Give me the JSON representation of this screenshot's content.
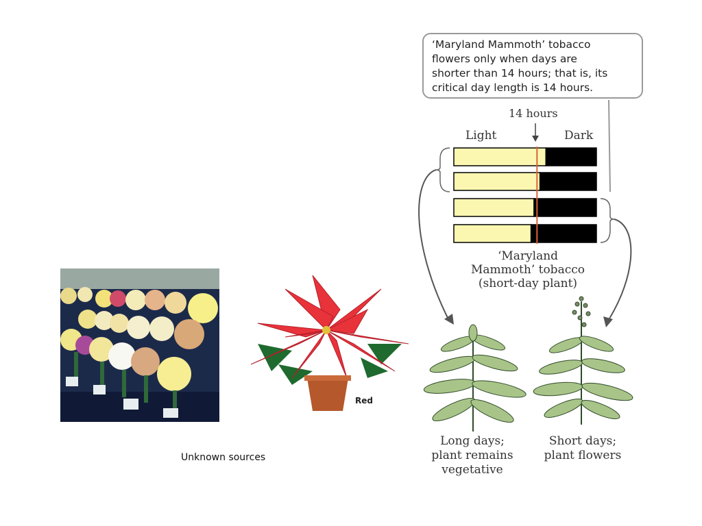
{
  "caption": "Unknown sources",
  "photo_red_label": "Red",
  "callout": {
    "lines": [
      "‘Maryland Mammoth’ tobacco",
      "flowers only when days are",
      "shorter than 14 hours; that is, its",
      "critical day length is 14 hours."
    ]
  },
  "diagram": {
    "critical_label": "14 hours",
    "light_label": "Light",
    "dark_label": "Dark",
    "critical_hours": 14,
    "bars_light_hours": [
      15.5,
      14.5,
      13.5,
      13
    ],
    "plant_name_lines": [
      "‘Maryland",
      "Mammoth’ tobacco",
      "(short-day plant)"
    ],
    "left_caption_lines": [
      "Long days;",
      "plant remains",
      "vegetative"
    ],
    "right_caption_lines": [
      "Short days;",
      "plant flowers"
    ]
  },
  "colors": {
    "light_bar": "#fbf7b1",
    "dark_bar": "#000000",
    "critical_line": "#d9643a",
    "poinsettia": "#e8333b"
  }
}
